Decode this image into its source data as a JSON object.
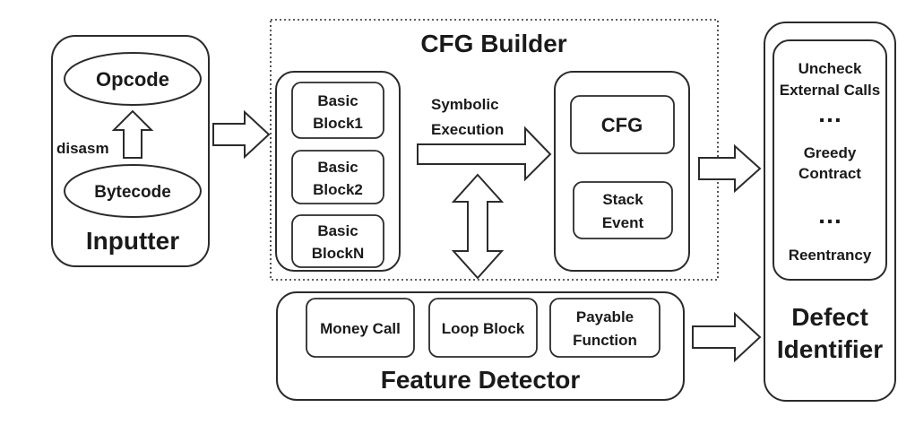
{
  "inputter": {
    "title": "Inputter",
    "opcode": "Opcode",
    "bytecode": "Bytecode",
    "disasm": "disasm"
  },
  "cfg_builder": {
    "title": "CFG Builder",
    "blocks": [
      [
        "Basic",
        "Block1"
      ],
      [
        "Basic",
        "Block2"
      ],
      [
        "Basic",
        "BlockN"
      ]
    ],
    "symbolic": [
      "Symbolic",
      "Execution"
    ],
    "cfg": "CFG",
    "stack_event": [
      "Stack",
      "Event"
    ]
  },
  "feature_detector": {
    "title": "Feature Detector",
    "money_call": "Money Call",
    "loop_block": "Loop Block",
    "payable": [
      "Payable",
      "Function"
    ]
  },
  "defect_identifier": {
    "title": [
      "Defect",
      "Identifier"
    ],
    "uncheck": [
      "Uncheck",
      "External Calls"
    ],
    "ellipsis": "…",
    "greedy": [
      "Greedy",
      "Contract"
    ],
    "reentrancy": "Reentrancy"
  }
}
